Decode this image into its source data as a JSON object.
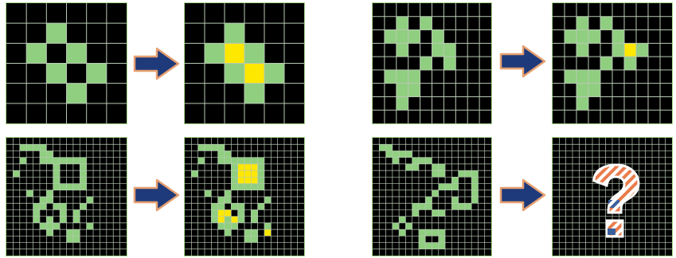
{
  "colors": {
    "background": "#000000",
    "grid_line": "#b9c9b4",
    "border": "#a6d68a",
    "cell_fill": "#8fcf7f",
    "highlight_fill": "#ffe800",
    "arrow_fill": "#1f3a7a",
    "arrow_outline": "#e7a071",
    "question_orange": "#e97c4c",
    "question_blue": "#3b5f9c"
  },
  "puzzles": [
    {
      "id": "top-left",
      "input": {
        "rows": 6,
        "cols": 6,
        "fill": [
          [
            1,
            2
          ],
          [
            2,
            1
          ],
          [
            2,
            3
          ],
          [
            3,
            2
          ],
          [
            3,
            4
          ],
          [
            4,
            3
          ]
        ],
        "highlight": []
      },
      "output": {
        "rows": 6,
        "cols": 6,
        "fill": [
          [
            1,
            2
          ],
          [
            2,
            1
          ],
          [
            2,
            3
          ],
          [
            3,
            2
          ],
          [
            3,
            4
          ],
          [
            4,
            3
          ]
        ],
        "highlight": [
          [
            2,
            2
          ],
          [
            3,
            3
          ]
        ]
      }
    },
    {
      "id": "top-right",
      "input": {
        "rows": 9,
        "cols": 10,
        "fill": [
          [
            1,
            2
          ],
          [
            1,
            4
          ],
          [
            2,
            1
          ],
          [
            2,
            2
          ],
          [
            2,
            3
          ],
          [
            2,
            5
          ],
          [
            3,
            2
          ],
          [
            3,
            5
          ],
          [
            3,
            6
          ],
          [
            4,
            4
          ],
          [
            4,
            6
          ],
          [
            5,
            1
          ],
          [
            5,
            2
          ],
          [
            5,
            3
          ],
          [
            6,
            2
          ],
          [
            6,
            3
          ],
          [
            7,
            2
          ]
        ],
        "highlight": []
      },
      "output": {
        "rows": 9,
        "cols": 10,
        "fill": [
          [
            1,
            2
          ],
          [
            1,
            4
          ],
          [
            2,
            1
          ],
          [
            2,
            2
          ],
          [
            2,
            3
          ],
          [
            2,
            5
          ],
          [
            3,
            2
          ],
          [
            3,
            5
          ],
          [
            3,
            6
          ],
          [
            3,
            7
          ],
          [
            4,
            4
          ],
          [
            4,
            6
          ],
          [
            5,
            1
          ],
          [
            5,
            2
          ],
          [
            5,
            3
          ],
          [
            6,
            2
          ],
          [
            6,
            3
          ],
          [
            7,
            2
          ]
        ],
        "highlight": [
          [
            3,
            6
          ]
        ]
      }
    },
    {
      "id": "bottom-left",
      "input": {
        "rows": 18,
        "cols": 18,
        "fill": [
          [
            1,
            2
          ],
          [
            1,
            3
          ],
          [
            1,
            4
          ],
          [
            1,
            5
          ],
          [
            2,
            5
          ],
          [
            3,
            2
          ],
          [
            3,
            5
          ],
          [
            2,
            6
          ],
          [
            3,
            6
          ],
          [
            3,
            7
          ],
          [
            3,
            8
          ],
          [
            3,
            9
          ],
          [
            3,
            10
          ],
          [
            3,
            11
          ],
          [
            4,
            7
          ],
          [
            4,
            11
          ],
          [
            5,
            1
          ],
          [
            5,
            7
          ],
          [
            5,
            11
          ],
          [
            6,
            7
          ],
          [
            6,
            11
          ],
          [
            7,
            7
          ],
          [
            7,
            8
          ],
          [
            7,
            9
          ],
          [
            7,
            10
          ],
          [
            7,
            11
          ],
          [
            8,
            3
          ],
          [
            8,
            6
          ],
          [
            9,
            5
          ],
          [
            9,
            6
          ],
          [
            9,
            12
          ],
          [
            10,
            4
          ],
          [
            10,
            5
          ],
          [
            10,
            7
          ],
          [
            10,
            8
          ],
          [
            10,
            11
          ],
          [
            11,
            4
          ],
          [
            11,
            8
          ],
          [
            11,
            10
          ],
          [
            12,
            4
          ],
          [
            12,
            6
          ],
          [
            12,
            8
          ],
          [
            12,
            10
          ],
          [
            13,
            5
          ],
          [
            13,
            6
          ],
          [
            13,
            7
          ],
          [
            13,
            12
          ],
          [
            14,
            6
          ],
          [
            14,
            9
          ],
          [
            14,
            10
          ],
          [
            15,
            9
          ],
          [
            15,
            10
          ]
        ],
        "highlight": []
      },
      "output": {
        "rows": 18,
        "cols": 18,
        "fill": [
          [
            1,
            2
          ],
          [
            1,
            3
          ],
          [
            1,
            4
          ],
          [
            1,
            5
          ],
          [
            2,
            5
          ],
          [
            3,
            2
          ],
          [
            3,
            5
          ],
          [
            2,
            6
          ],
          [
            3,
            6
          ],
          [
            3,
            7
          ],
          [
            3,
            8
          ],
          [
            3,
            9
          ],
          [
            3,
            10
          ],
          [
            3,
            11
          ],
          [
            4,
            7
          ],
          [
            4,
            11
          ],
          [
            5,
            1
          ],
          [
            5,
            7
          ],
          [
            5,
            11
          ],
          [
            6,
            7
          ],
          [
            6,
            11
          ],
          [
            7,
            7
          ],
          [
            7,
            8
          ],
          [
            7,
            9
          ],
          [
            7,
            10
          ],
          [
            7,
            11
          ],
          [
            8,
            3
          ],
          [
            8,
            6
          ],
          [
            9,
            5
          ],
          [
            9,
            6
          ],
          [
            9,
            12
          ],
          [
            10,
            4
          ],
          [
            10,
            5
          ],
          [
            10,
            7
          ],
          [
            10,
            8
          ],
          [
            10,
            11
          ],
          [
            11,
            4
          ],
          [
            11,
            8
          ],
          [
            11,
            10
          ],
          [
            12,
            4
          ],
          [
            12,
            6
          ],
          [
            12,
            8
          ],
          [
            12,
            10
          ],
          [
            13,
            5
          ],
          [
            13,
            6
          ],
          [
            13,
            7
          ],
          [
            13,
            12
          ],
          [
            14,
            6
          ],
          [
            14,
            9
          ],
          [
            14,
            10
          ],
          [
            15,
            9
          ],
          [
            15,
            10
          ]
        ],
        "highlight": [
          [
            4,
            8
          ],
          [
            4,
            9
          ],
          [
            4,
            10
          ],
          [
            5,
            8
          ],
          [
            5,
            9
          ],
          [
            5,
            10
          ],
          [
            6,
            8
          ],
          [
            6,
            9
          ],
          [
            6,
            10
          ],
          [
            11,
            5
          ],
          [
            11,
            6
          ],
          [
            12,
            5
          ],
          [
            12,
            7
          ],
          [
            14,
            12
          ]
        ]
      }
    },
    {
      "id": "bottom-right",
      "input": {
        "rows": 18,
        "cols": 18,
        "fill": [
          [
            1,
            1
          ],
          [
            1,
            2
          ],
          [
            2,
            2
          ],
          [
            2,
            3
          ],
          [
            2,
            4
          ],
          [
            2,
            5
          ],
          [
            3,
            3
          ],
          [
            3,
            6
          ],
          [
            3,
            7
          ],
          [
            3,
            8
          ],
          [
            4,
            5
          ],
          [
            4,
            6
          ],
          [
            4,
            9
          ],
          [
            4,
            10
          ],
          [
            5,
            9
          ],
          [
            5,
            10
          ],
          [
            5,
            13
          ],
          [
            5,
            14
          ],
          [
            5,
            15
          ],
          [
            6,
            12
          ],
          [
            6,
            15
          ],
          [
            7,
            10
          ],
          [
            7,
            11
          ],
          [
            7,
            12
          ],
          [
            7,
            15
          ],
          [
            8,
            9
          ],
          [
            8,
            15
          ],
          [
            9,
            8
          ],
          [
            9,
            12
          ],
          [
            9,
            15
          ],
          [
            10,
            6
          ],
          [
            10,
            7
          ],
          [
            10,
            8
          ],
          [
            10,
            12
          ],
          [
            10,
            13
          ],
          [
            10,
            14
          ],
          [
            11,
            6
          ],
          [
            11,
            9
          ],
          [
            11,
            10
          ],
          [
            12,
            4
          ],
          [
            13,
            3
          ],
          [
            13,
            5
          ],
          [
            14,
            4
          ],
          [
            14,
            7
          ],
          [
            14,
            8
          ],
          [
            14,
            9
          ],
          [
            14,
            10
          ],
          [
            15,
            7
          ],
          [
            15,
            10
          ],
          [
            16,
            7
          ],
          [
            16,
            8
          ],
          [
            16,
            9
          ],
          [
            16,
            10
          ]
        ],
        "highlight": []
      },
      "output": {
        "rows": 18,
        "cols": 18,
        "fill": [],
        "highlight": [],
        "unknown": true
      }
    }
  ]
}
